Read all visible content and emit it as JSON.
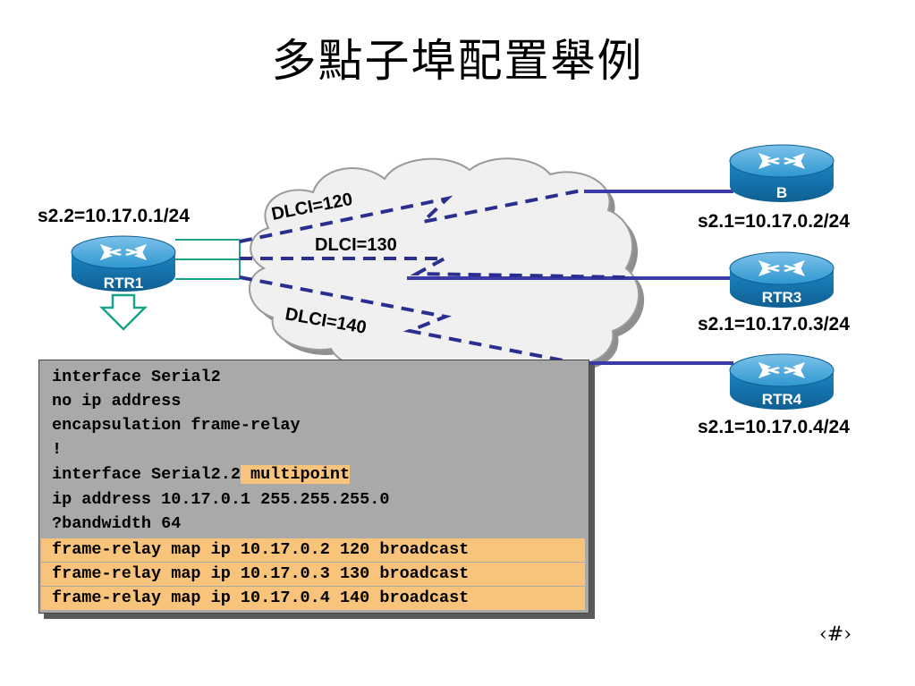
{
  "title": "多點子埠配置舉例",
  "routers": {
    "rtr1": {
      "name": "RTR1",
      "address": "s2.2=10.17.0.1/24"
    },
    "b": {
      "name": "B",
      "address": "s2.1=10.17.0.2/24"
    },
    "rtr3": {
      "name": "RTR3",
      "address": "s2.1=10.17.0.3/24"
    },
    "rtr4": {
      "name": "RTR4",
      "address": "s2.1=10.17.0.4/24"
    }
  },
  "dlci": {
    "first": "DLCI=120",
    "second": "DLCI=130",
    "third": "DLCI=140"
  },
  "config": {
    "line1": "interface Serial2",
    "line2": "no ip address",
    "line3": "encapsulation frame-relay",
    "line4": "!",
    "line5_prefix": "interface Serial2.2",
    "line5_highlight": " multipoint",
    "line6": "ip address 10.17.0.1 255.255.255.0",
    "line7": "?bandwidth 64",
    "line8": "frame-relay map ip 10.17.0.2 120 broadcast",
    "line9": "frame-relay map ip 10.17.0.3 130 broadcast",
    "line10": "frame-relay map ip 10.17.0.4 140 broadcast"
  },
  "page_number": "‹#›",
  "colors": {
    "router_blue": "#1a7fb6",
    "dlci_line": "#2a2f8f",
    "link_line": "#3a3aa8",
    "highlight": "#f8c37a",
    "code_bg": "#a9a9a9"
  }
}
